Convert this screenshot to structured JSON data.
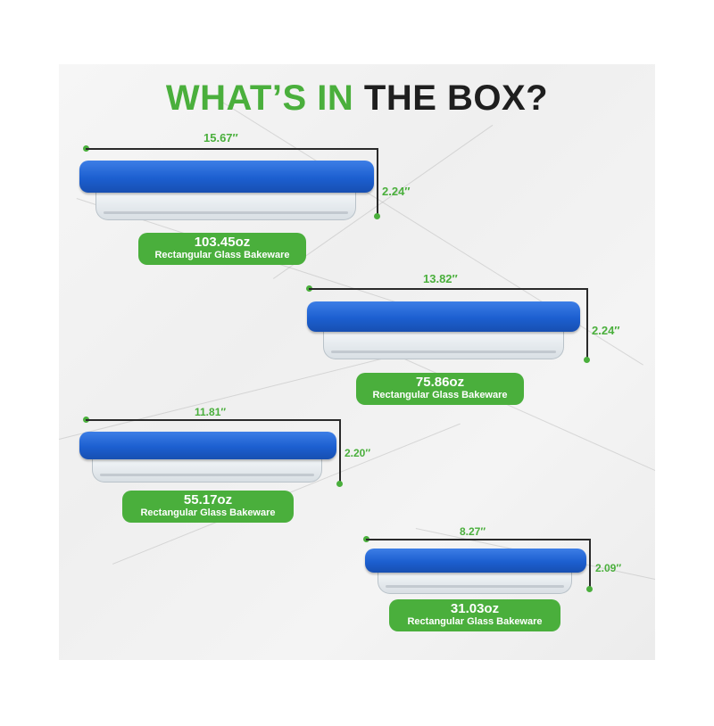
{
  "title": {
    "part1": "WHAT’S IN",
    "part2": "THE BOX?"
  },
  "colors": {
    "accent": "#4aaf3c",
    "lid": "#1c5fd0",
    "text_dark": "#1e1e1e"
  },
  "items": [
    {
      "length": "15.67″",
      "height": "2.24″",
      "capacity": "103.45oz",
      "name": "Rectangular Glass Bakeware"
    },
    {
      "length": "13.82″",
      "height": "2.24″",
      "capacity": "75.86oz",
      "name": "Rectangular Glass Bakeware"
    },
    {
      "length": "11.81″",
      "height": "2.20″",
      "capacity": "55.17oz",
      "name": "Rectangular Glass Bakeware"
    },
    {
      "length": "8.27″",
      "height": "2.09″",
      "capacity": "31.03oz",
      "name": "Rectangular Glass Bakeware"
    }
  ]
}
